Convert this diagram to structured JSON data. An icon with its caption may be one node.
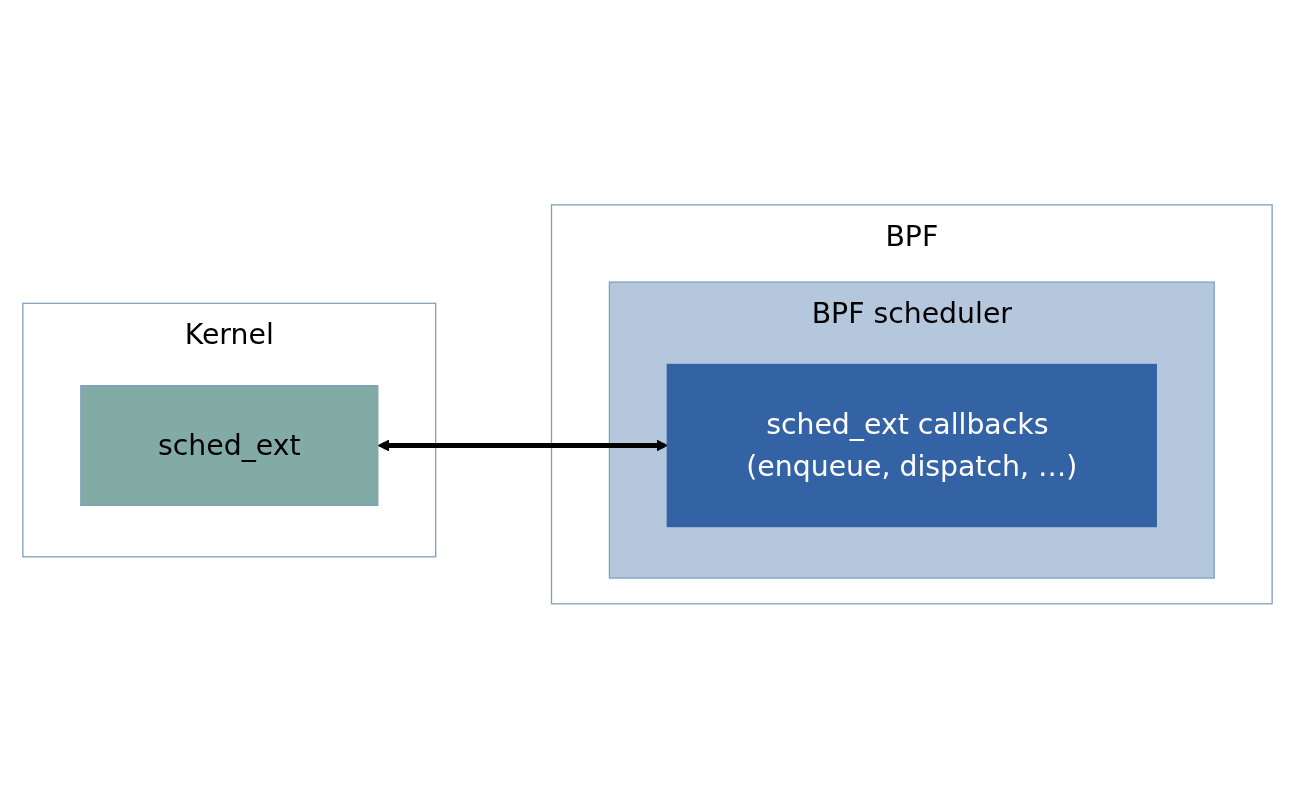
{
  "diagram": {
    "nodes": [
      {
        "text": [
          "Kernel"
        ]
      },
      {
        "text": [
          "sched_ext"
        ],
        "in": 0
      },
      {
        "text": [
          "BPF"
        ]
      },
      {
        "text": [
          "BPF scheduler"
        ],
        "in": 2
      },
      {
        "text": [
          "sched_ext callbacks (enqueue, dispatch, …)"
        ],
        "in": 3
      }
    ],
    "edges": [
      {
        "from": 1,
        "to": 4,
        "arrow": "both"
      }
    ]
  }
}
